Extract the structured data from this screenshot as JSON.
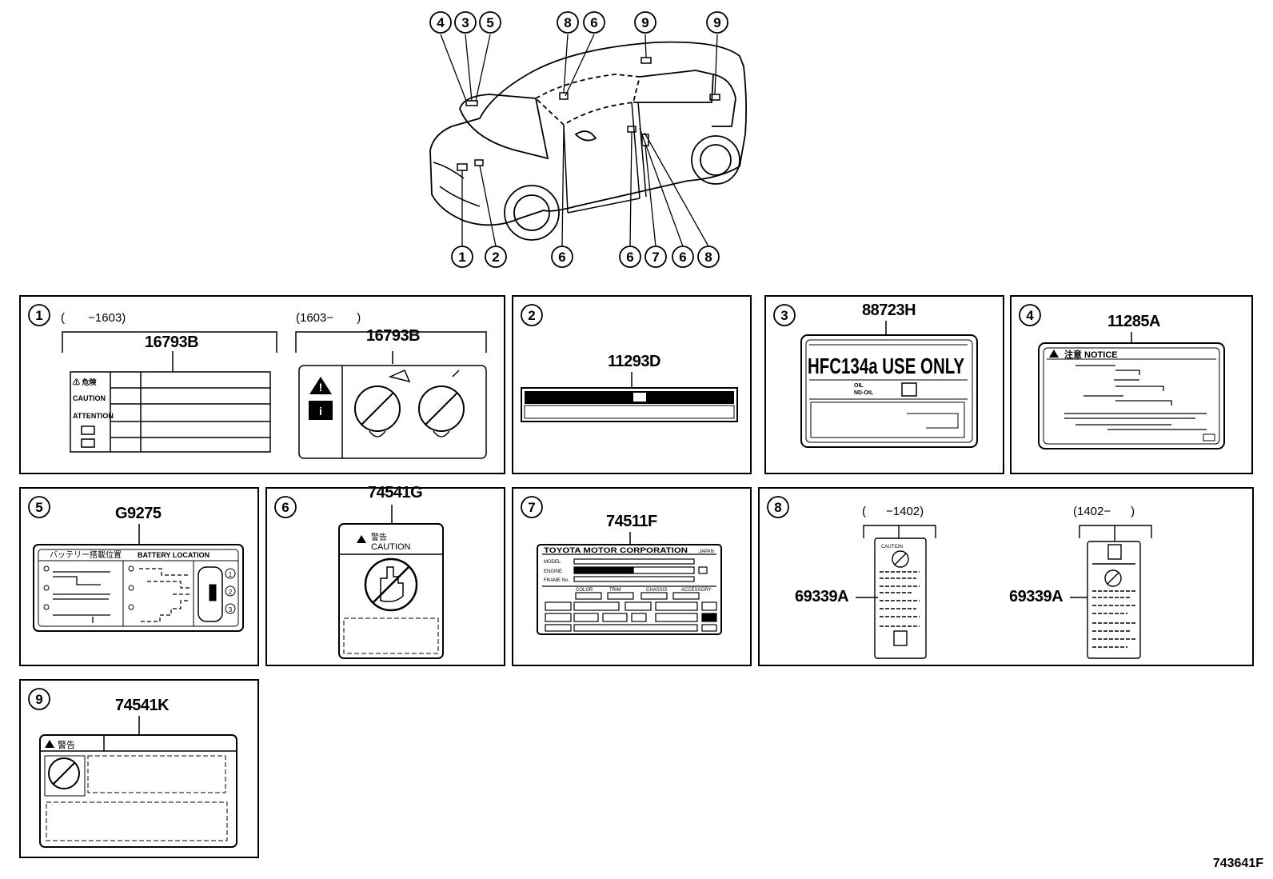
{
  "car_callouts": {
    "top": [
      "4",
      "3",
      "5",
      "8",
      "6",
      "9",
      "9"
    ],
    "bottom": [
      "1",
      "2",
      "6",
      "6",
      "7",
      "6",
      "8"
    ]
  },
  "panels": [
    {
      "num": "1",
      "range_left": "(       −1603)",
      "range_right": "(1603−       )",
      "part_left": "16793B",
      "part_right": "16793B",
      "label_lines": [
        "⚠ 危険",
        "CAUTION",
        "ATTENTION"
      ]
    },
    {
      "num": "2",
      "part": "11293D"
    },
    {
      "num": "3",
      "part": "88723H",
      "label_text": "HFC134a USE ONLY",
      "small_lines": [
        "OIL",
        "ND-OIL"
      ]
    },
    {
      "num": "4",
      "part": "11285A",
      "label_header": "注意 NOTICE"
    },
    {
      "num": "5",
      "part": "G9275",
      "label_header_left": "バッテリー搭載位置",
      "label_header_right": "BATTERY LOCATION"
    },
    {
      "num": "6",
      "part": "74541G",
      "label_header_jp": "警告",
      "label_header_en": "CAUTION"
    },
    {
      "num": "7",
      "part": "74511F",
      "label_header": "TOYOTA MOTOR CORPORATION",
      "label_header_tag": "JAPAN",
      "fields": [
        "MODEL",
        "ENGINE",
        "FRAME No."
      ],
      "columns": [
        "COLOR",
        "TRIM",
        "CHASSIS",
        "ACCESSORY"
      ]
    },
    {
      "num": "8",
      "range_left": "(      −1402)",
      "range_right": "(1402−      )",
      "part_left": "69339A",
      "part_right": "69339A",
      "label_tag": "CAUTION"
    },
    {
      "num": "9",
      "part": "74541K",
      "label_header": "警告"
    }
  ],
  "footer": "743641F"
}
